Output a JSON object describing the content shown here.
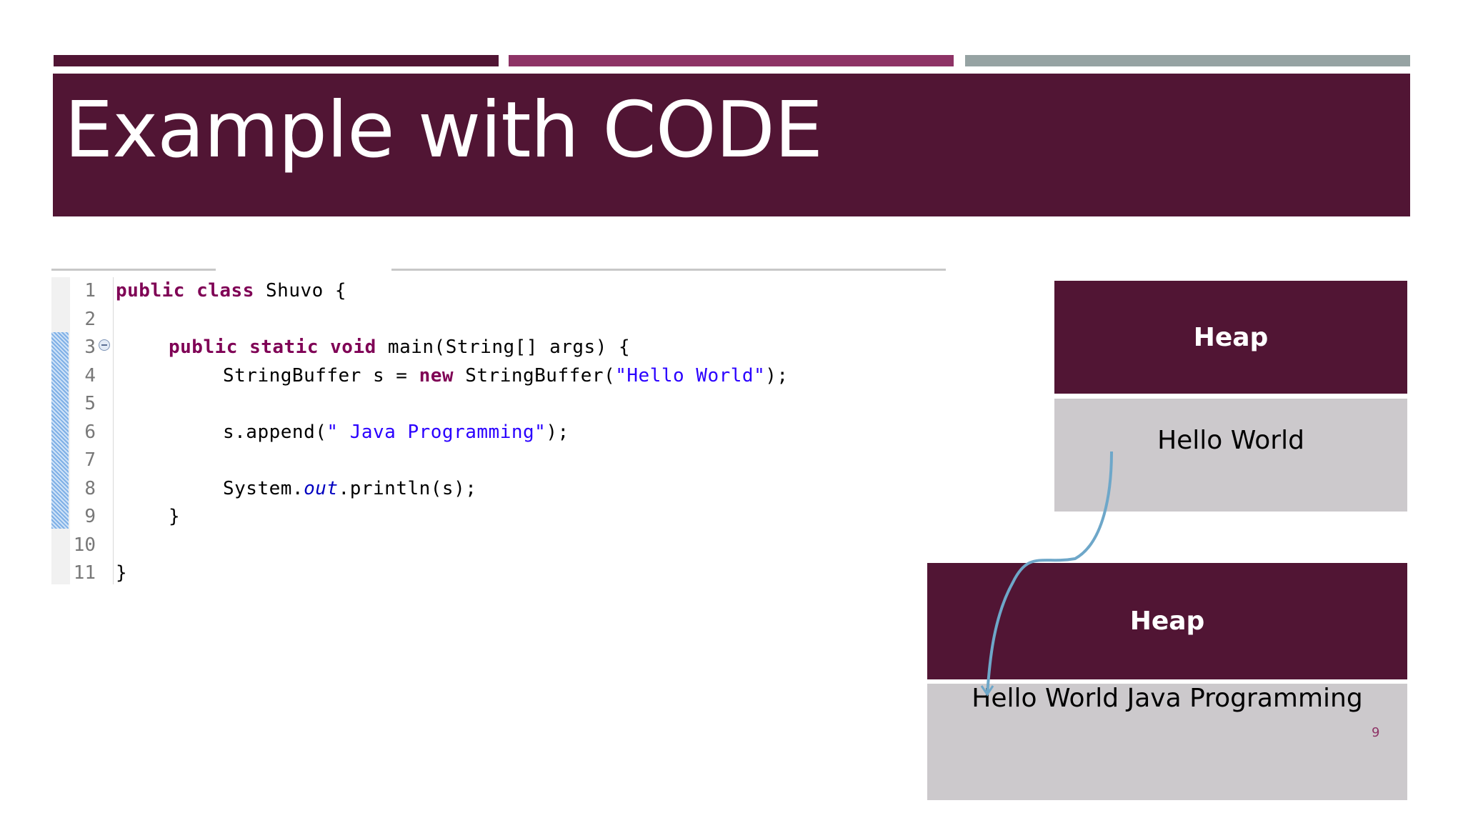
{
  "slide": {
    "title": "Example with CODE",
    "page_number": "9"
  },
  "code": {
    "lines": [
      {
        "num": "1"
      },
      {
        "num": "2"
      },
      {
        "num": "3"
      },
      {
        "num": "4"
      },
      {
        "num": "5"
      },
      {
        "num": "6"
      },
      {
        "num": "7"
      },
      {
        "num": "8"
      },
      {
        "num": "9"
      },
      {
        "num": "10"
      },
      {
        "num": "11"
      }
    ],
    "l1_kw1": "public",
    "l1_kw2": "class",
    "l1_rest": " Shuvo {",
    "l3_kw1": "public",
    "l3_kw2": "static",
    "l3_kw3": "void",
    "l3_rest": " main(String[] args) {",
    "l4_a": "StringBuffer s = ",
    "l4_kw": "new",
    "l4_b": " StringBuffer(",
    "l4_str": "\"Hello World\"",
    "l4_c": ");",
    "l6_a": "s.append(",
    "l6_str": "\" Java Programming\"",
    "l6_b": ");",
    "l8_a": "System.",
    "l8_fld": "out",
    "l8_b": ".println(s);",
    "l9": "}",
    "l11": "}"
  },
  "heap_before": {
    "header": "Heap",
    "value": "Hello World"
  },
  "heap_after": {
    "header": "Heap",
    "value": "Hello World Java Programming"
  },
  "colors": {
    "primary": "#511534",
    "accent": "#8e3366",
    "gray": "#96a3a3",
    "heap_body": "#ccc9cc",
    "connector": "#6ea7c9"
  }
}
